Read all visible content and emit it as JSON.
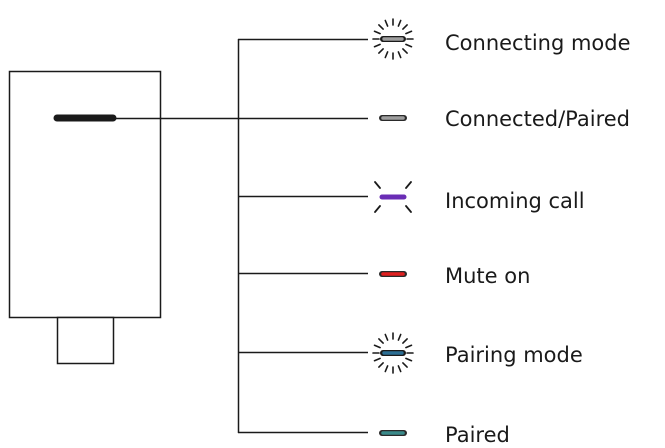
{
  "statuses": [
    {
      "label": "Connecting mode",
      "color": "#9e9e9e",
      "indicator": "blinking-light-icon"
    },
    {
      "label": "Connected/Paired",
      "color": "#9e9e9e",
      "indicator": "solid-light-icon"
    },
    {
      "label": "Incoming call",
      "color": "#6a2db5",
      "indicator": "flashing-light-icon"
    },
    {
      "label": "Mute on",
      "color": "#e02020",
      "indicator": "solid-light-icon"
    },
    {
      "label": "Pairing mode",
      "color": "#2c6f95",
      "indicator": "blinking-light-icon"
    },
    {
      "label": "Paired",
      "color": "#3a8a8a",
      "indicator": "solid-light-icon"
    }
  ],
  "colors": {
    "line": "#1a1a1a",
    "device_led": "#1a1a1a"
  }
}
